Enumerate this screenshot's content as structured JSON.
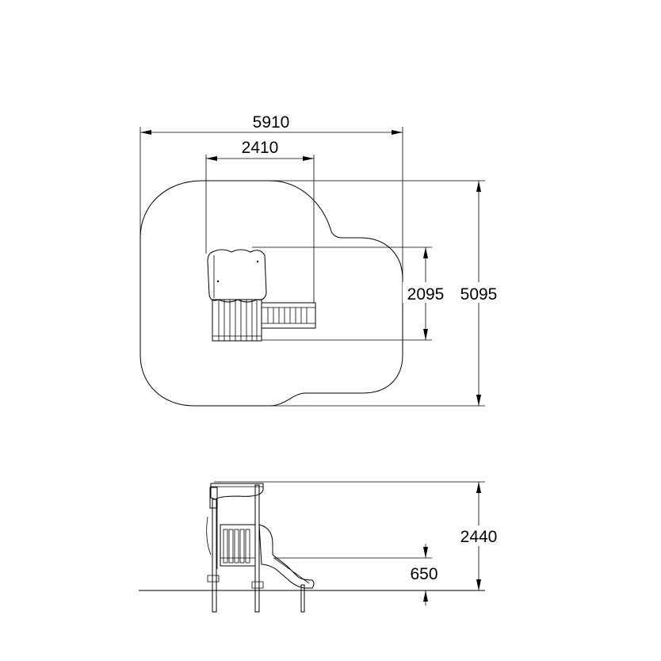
{
  "plan_view": {
    "overall_width": "5910",
    "inner_width": "2410",
    "equipment_depth": "2095",
    "overall_depth": "5095"
  },
  "elevation_view": {
    "overall_height": "2440",
    "platform_height": "650"
  }
}
